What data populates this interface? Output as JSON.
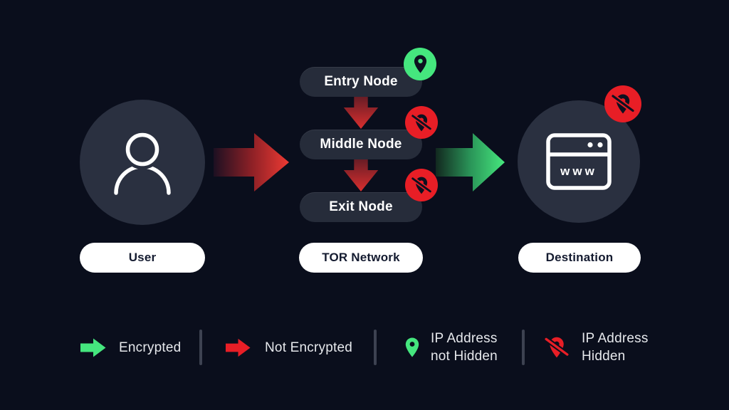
{
  "diagram": {
    "user": {
      "label": "User",
      "icon": "person-icon"
    },
    "tor": {
      "label": "TOR Network",
      "nodes": [
        {
          "label": "Entry Node",
          "badge": "location-pin-icon",
          "badge_color": "#45e67e"
        },
        {
          "label": "Middle Node",
          "badge": "location-pin-crossed-icon",
          "badge_color": "#e81e26"
        },
        {
          "label": "Exit Node",
          "badge": "location-pin-crossed-icon",
          "badge_color": "#e81e26"
        }
      ]
    },
    "destination": {
      "label": "Destination",
      "icon": "browser-window-icon",
      "icon_text": "www",
      "badge": "location-pin-crossed-icon",
      "badge_color": "#e81e26"
    },
    "flows": [
      {
        "from": "user",
        "to": "tor",
        "type": "not-encrypted",
        "color": "#ee3a33"
      },
      {
        "from": "tor",
        "to": "destination",
        "type": "encrypted",
        "color": "#46e87e"
      }
    ]
  },
  "legend": {
    "items": [
      {
        "icon": "arrow-right-green-icon",
        "label": "Encrypted"
      },
      {
        "icon": "arrow-right-red-icon",
        "label": "Not Encrypted"
      },
      {
        "icon": "location-pin-green-icon",
        "label": "IP Address not Hidden",
        "lines": [
          "IP Address",
          "not Hidden"
        ]
      },
      {
        "icon": "location-pin-crossed-red-icon",
        "label": "IP Address Hidden",
        "lines": [
          "IP Address",
          "Hidden"
        ]
      }
    ]
  },
  "colors": {
    "background": "#0a0e1c",
    "circle_fill": "#2a3040",
    "node_pill_fill": "#262c3a",
    "label_pill_fill": "#ffffff",
    "label_pill_text": "#141b30",
    "green": "#45e67e",
    "red": "#e81e26",
    "legend_text": "#e6e8ec",
    "divider": "#3d4251"
  }
}
